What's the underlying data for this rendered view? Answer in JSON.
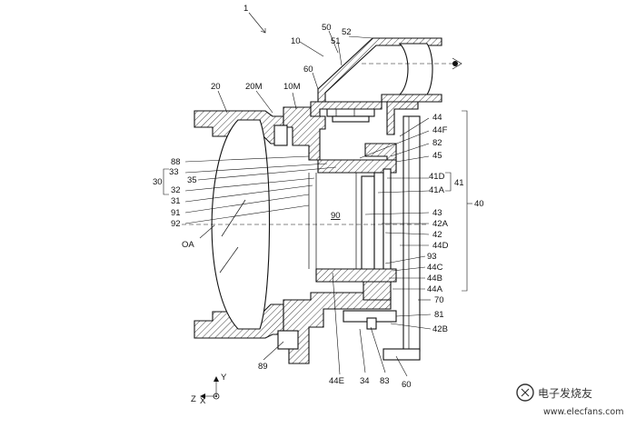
{
  "labels": {
    "fig": "1",
    "n10": "10",
    "n10M": "10M",
    "n20": "20",
    "n20M": "20M",
    "n30": "30",
    "n31": "31",
    "n32": "32",
    "n33": "33",
    "n34": "34",
    "n35": "35",
    "n40": "40",
    "n41": "41",
    "n41A": "41A",
    "n41D": "41D",
    "n42": "42",
    "n42A": "42A",
    "n42B": "42B",
    "n43": "43",
    "n44": "44",
    "n44A": "44A",
    "n44B": "44B",
    "n44C": "44C",
    "n44D": "44D",
    "n44E": "44E",
    "n44F": "44F",
    "n45": "45",
    "n50": "50",
    "n51": "51",
    "n52": "52",
    "n60a": "60",
    "n60b": "60",
    "n70": "70",
    "n81": "81",
    "n82": "82",
    "n83": "83",
    "n88": "88",
    "n89": "89",
    "n90": "90",
    "n91": "91",
    "n92": "92",
    "n93": "93",
    "OA": "OA"
  },
  "axes": {
    "y": "Y",
    "x": "X",
    "z": "Z"
  },
  "watermark": {
    "text": "电子发烧友",
    "url": "www.elecfans.com"
  }
}
